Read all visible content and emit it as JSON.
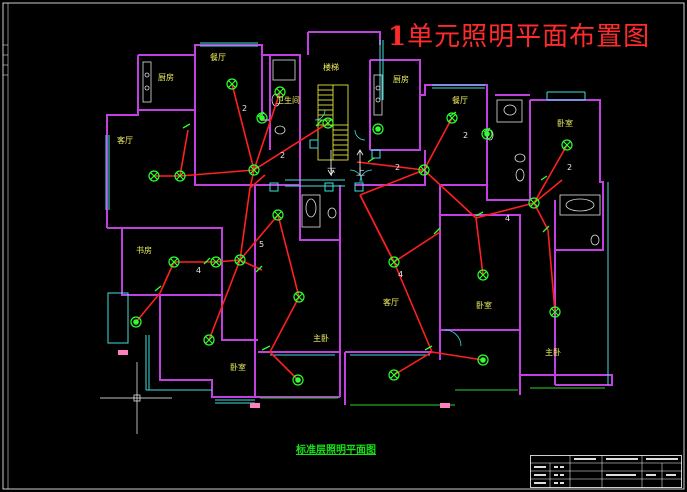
{
  "drawing": {
    "title_num": "1",
    "title_text": "单元照明平面布置图",
    "subtitle": "标准层照明平面图"
  },
  "rooms": {
    "canteen_left": "餐厅",
    "kitchen_left": "厨房",
    "living_left": "客厅",
    "bath_left": "卫生间",
    "study": "书房",
    "bedroom_left": "卧室",
    "master_left": "主卧",
    "stair": "楼梯",
    "kitchen_right": "厨房",
    "canteen_right": "餐厅",
    "bedroom_right_top": "卧室",
    "living_right": "客厅",
    "bedroom_right_mid": "卧室",
    "master_right": "主卧"
  },
  "stair_labels": {
    "down": "下",
    "up": "上"
  },
  "wire_counts": [
    "2",
    "2",
    "2",
    "2",
    "2",
    "4",
    "5",
    "4",
    "4"
  ],
  "colors": {
    "background": "#000000",
    "wall": "#c040e0",
    "window": "#40e0e0",
    "wire": "#ff2020",
    "fixture": "#30ff30",
    "switch": "#30ff30",
    "title": "#ff2a2a",
    "subtitle": "#18e018",
    "stair": "#ffff40"
  }
}
